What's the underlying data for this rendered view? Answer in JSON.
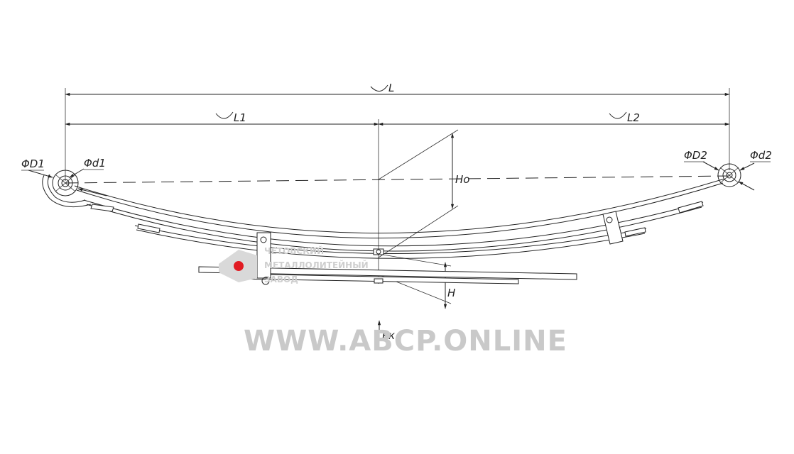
{
  "dimensions": {
    "L": "L",
    "L1": "L1",
    "L2": "L2",
    "Ho": "Ho",
    "H": "H",
    "D1": "ΦD1",
    "d1": "Φd1",
    "D2": "ΦD2",
    "d2": "Φd2",
    "Pk": "Pк"
  },
  "watermark": {
    "url": "WWW.ABCP.ONLINE",
    "company_line1": "ЧЕТОВСКИЙ",
    "company_line2": "МЕТАЛЛОЛИТЕЙНЫЙ",
    "company_line3": "ЗАВОД",
    "logo_color": "#e11b22"
  },
  "colors": {
    "line": "#222222",
    "watermark_gray": "#c9c9c9"
  }
}
